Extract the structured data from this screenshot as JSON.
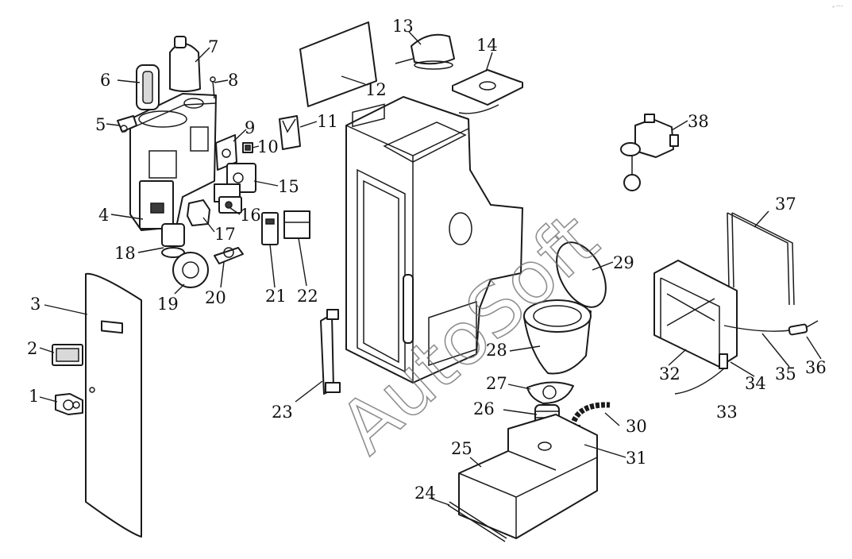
{
  "diagram": {
    "watermark": "AutoSoft",
    "corner_mark": "° ˆˆˆ",
    "callouts": [
      "1",
      "2",
      "3",
      "4",
      "5",
      "6",
      "7",
      "8",
      "9",
      "10",
      "11",
      "12",
      "13",
      "14",
      "15",
      "16",
      "17",
      "18",
      "19",
      "20",
      "21",
      "22",
      "23",
      "24",
      "25",
      "26",
      "27",
      "28",
      "29",
      "30",
      "31",
      "32",
      "33",
      "34",
      "35",
      "36",
      "37",
      "38"
    ]
  }
}
